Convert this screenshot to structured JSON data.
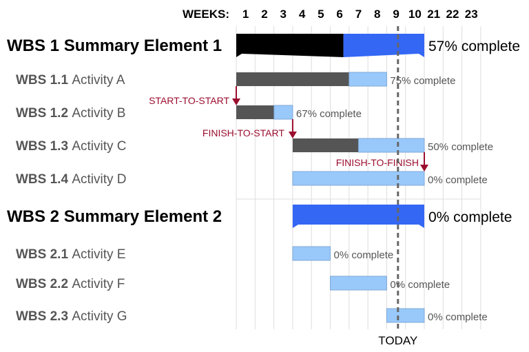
{
  "chart_data": {
    "type": "gantt",
    "weeks_label": "WEEKS:",
    "weeks": [
      "1",
      "2",
      "3",
      "4",
      "5",
      "6",
      "7",
      "8",
      "9",
      "10",
      "21",
      "22",
      "23"
    ],
    "today_label": "TODAY",
    "today_week": 8.6,
    "rows": [
      {
        "id": "wbs1",
        "code": "WBS 1",
        "name": "Summary Element 1",
        "summary": true,
        "start": 0,
        "end": 10,
        "percent": 57,
        "label": "57% complete"
      },
      {
        "id": "wbs11",
        "code": "WBS 1.1",
        "name": "Activity A",
        "summary": false,
        "start": 0,
        "end": 8,
        "percent": 75,
        "label": "75% complete"
      },
      {
        "id": "wbs12",
        "code": "WBS 1.2",
        "name": "Activity B",
        "summary": false,
        "start": 0,
        "end": 3,
        "percent": 67,
        "label": "67% complete"
      },
      {
        "id": "wbs13",
        "code": "WBS 1.3",
        "name": "Activity C",
        "summary": false,
        "start": 3,
        "end": 10,
        "percent": 50,
        "label": "50% complete"
      },
      {
        "id": "wbs14",
        "code": "WBS 1.4",
        "name": "Activity D",
        "summary": false,
        "start": 3,
        "end": 10,
        "percent": 0,
        "label": "0% complete"
      },
      {
        "id": "wbs2",
        "code": "WBS 2",
        "name": "Summary Element 2",
        "summary": true,
        "start": 3,
        "end": 10,
        "percent": 0,
        "label": "0% complete"
      },
      {
        "id": "wbs21",
        "code": "WBS 2.1",
        "name": "Activity E",
        "summary": false,
        "start": 3,
        "end": 5,
        "percent": 0,
        "label": "0% complete"
      },
      {
        "id": "wbs22",
        "code": "WBS 2.2",
        "name": "Activity F",
        "summary": false,
        "start": 5,
        "end": 8,
        "percent": 0,
        "label": "0% complete"
      },
      {
        "id": "wbs23",
        "code": "WBS 2.3",
        "name": "Activity G",
        "summary": false,
        "start": 8,
        "end": 10,
        "percent": 0,
        "label": "0% complete"
      }
    ],
    "dependencies": [
      {
        "type": "start-to-start",
        "label": "START-TO-START",
        "from": "wbs11",
        "to": "wbs12"
      },
      {
        "type": "finish-to-start",
        "label": "FINISH-TO-START",
        "from": "wbs12",
        "to": "wbs13"
      },
      {
        "type": "finish-to-finish",
        "label": "FINISH-TO-FINISH",
        "from": "wbs13",
        "to": "wbs14"
      }
    ],
    "colors": {
      "summary_done": "#000000",
      "summary_todo": "#3367f4",
      "task_done": "#555555",
      "task_todo": "#99c9fb",
      "task_todo_border": "#7fa7d6",
      "dependency": "#9b0d2e",
      "today_line": "#666666",
      "grid": "#dddddd",
      "row_text": "#555555",
      "summary_text": "#000000"
    }
  }
}
